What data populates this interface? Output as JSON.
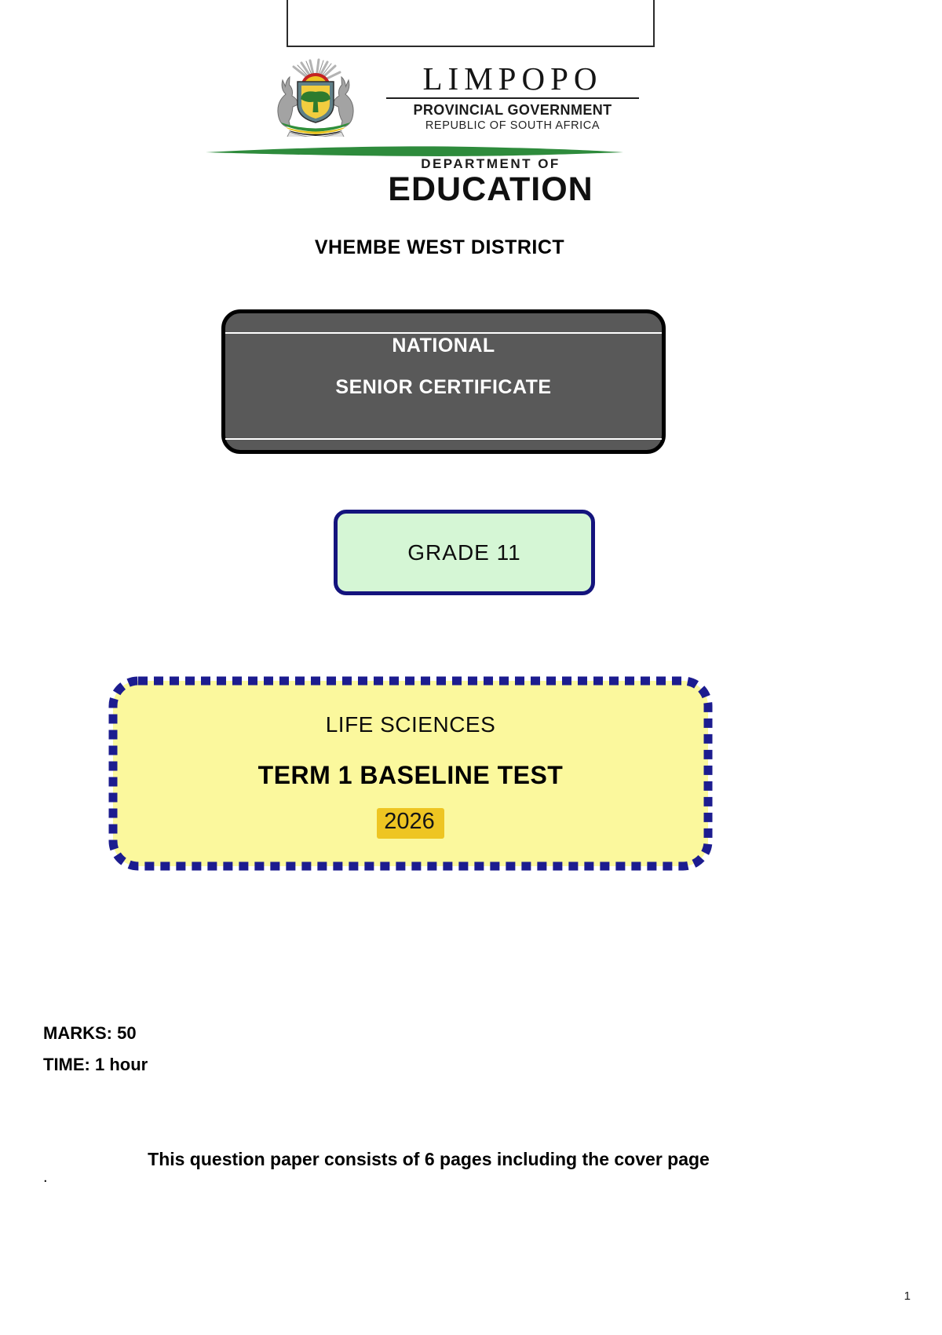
{
  "logo": {
    "province_name": "LIMPOPO",
    "government_line": "PROVINCIAL GOVERNMENT",
    "republic_line": "REPUBLIC OF SOUTH AFRICA",
    "department_prefix": "DEPARTMENT OF",
    "department_name": "EDUCATION",
    "coat_of_arms_icon": "limpopo-coat-of-arms"
  },
  "document": {
    "district_title": "VHEMBE WEST DISTRICT",
    "marks_label": "MARKS: 50",
    "time_label": "TIME: 1 hour",
    "pages_note": "This question paper consists of 6 pages including the cover page",
    "stray_period": ".",
    "page_number": "1"
  },
  "certificate_box": {
    "line1": "NATIONAL",
    "line2": "SENIOR CERTIFICATE"
  },
  "grade_box": {
    "label": "GRADE 11"
  },
  "subject_box": {
    "subject": "LIFE SCIENCES",
    "test_title": "TERM 1 BASELINE TEST",
    "year": "2026"
  },
  "colors": {
    "certificate_fill": "#595959",
    "certificate_border": "#000000",
    "grade_fill": "#d5f6d5",
    "grade_border": "#14147d",
    "subject_fill": "#fbf89d",
    "subject_border": "#1c1c8f",
    "year_highlight": "#eec522",
    "swoosh_green": "#2e8b3c"
  }
}
